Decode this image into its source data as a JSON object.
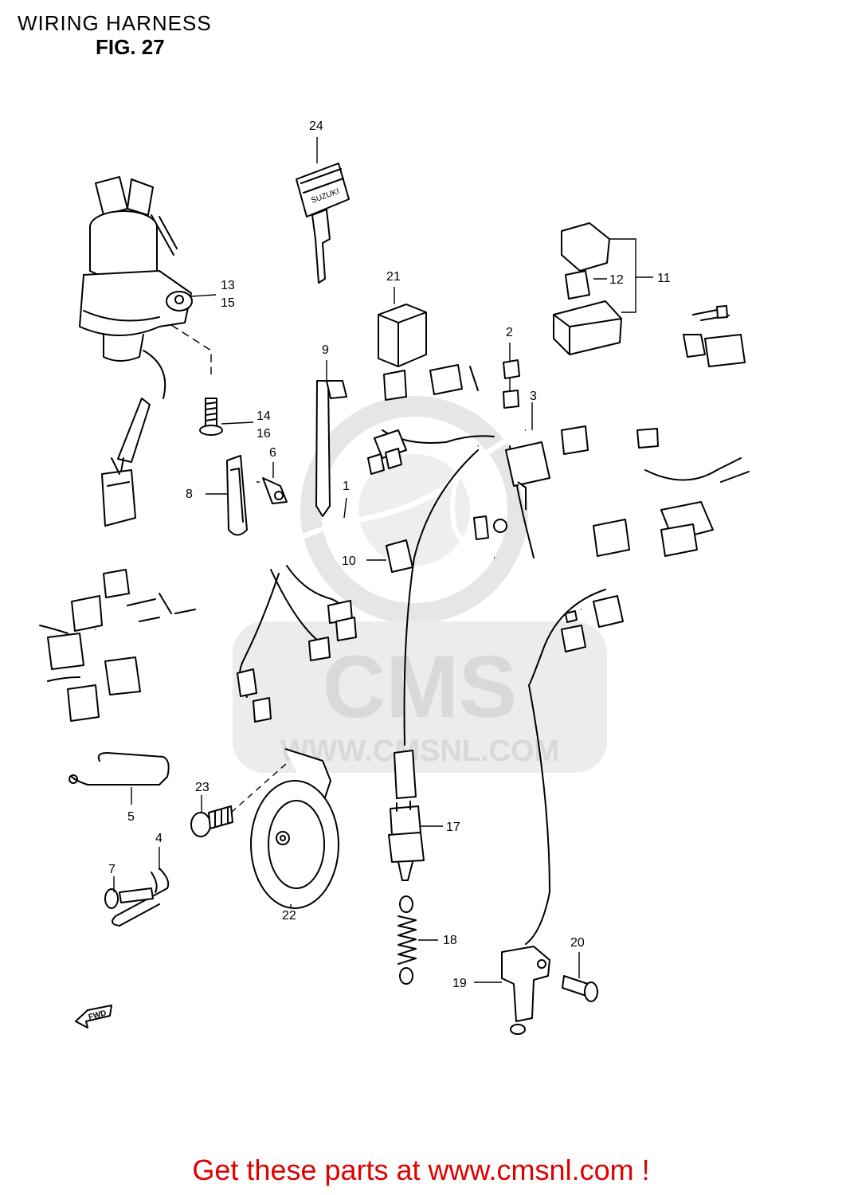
{
  "header": {
    "title": "WIRING HARNESS",
    "figure": "FIG. 27"
  },
  "watermark": {
    "brand": "CMS",
    "url": "WWW.CMSNL.COM"
  },
  "callouts": {
    "c1": "1",
    "c2": "2",
    "c3": "3",
    "c4": "4",
    "c5": "5",
    "c6": "6",
    "c7": "7",
    "c8": "8",
    "c9": "9",
    "c10": "10",
    "c11": "11",
    "c12": "12",
    "c13": "13",
    "c14": "14",
    "c15": "15",
    "c16": "16",
    "c17": "17",
    "c18": "18",
    "c19": "19",
    "c20": "20",
    "c21": "21",
    "c22": "22",
    "c23": "23",
    "c24": "24"
  },
  "key_text": {
    "brand": "SUZUKI"
  },
  "fwd_arrow": {
    "label": "FWD"
  },
  "footer": {
    "cta": "Get these parts at www.cmsnl.com !"
  }
}
